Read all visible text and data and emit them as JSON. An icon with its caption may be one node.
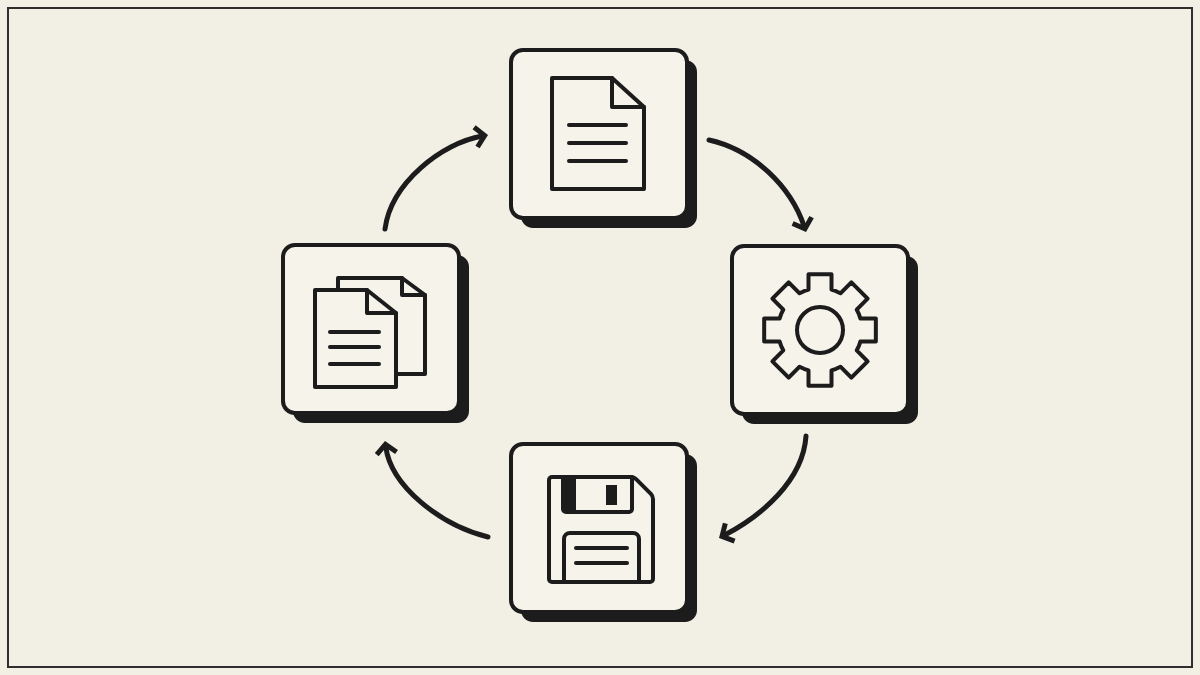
{
  "diagram": {
    "nodes": [
      {
        "text": [],
        "shape": "box"
      },
      {
        "text": [],
        "shape": "box"
      },
      {
        "text": [],
        "shape": "box"
      },
      {
        "text": [],
        "shape": "box"
      }
    ],
    "edges": [
      {
        "from": 0,
        "to": 1,
        "arrow": "to"
      },
      {
        "from": 1,
        "to": 2,
        "arrow": "to"
      },
      {
        "from": 2,
        "to": 3,
        "arrow": "to"
      },
      {
        "from": 3,
        "to": 0,
        "arrow": "to"
      }
    ]
  }
}
